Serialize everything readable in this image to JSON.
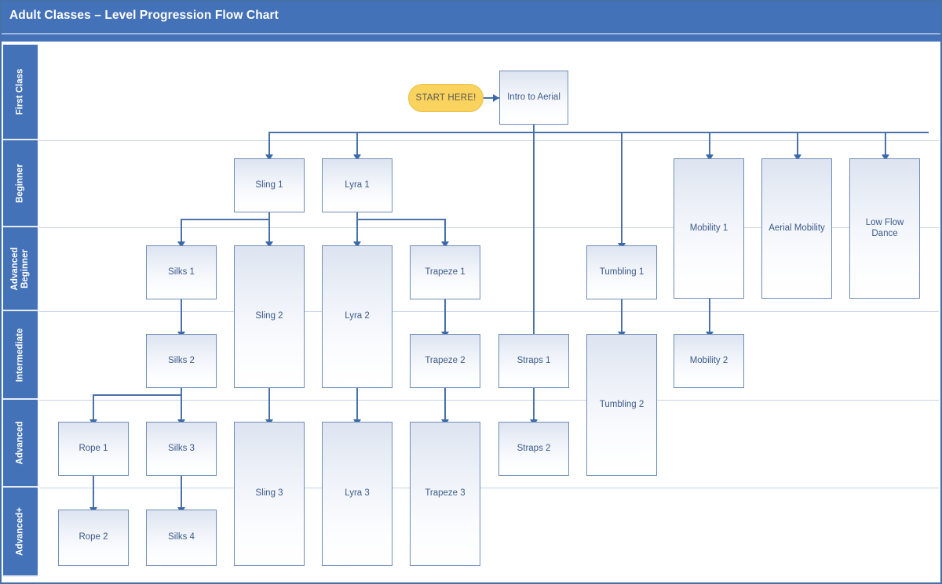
{
  "header": {
    "title": "Adult Classes – Level Progression Flow Chart",
    "bar_color": "#4472B8",
    "title_color": "#FFFFFF"
  },
  "theme": {
    "band_color": "#4472B8",
    "node_border": "#6E8EB8",
    "node_text": "#3C5A8A",
    "connector": "#4A72A8",
    "start_fill": "#FAD35E",
    "start_text": "#5A5A52",
    "row_separator": "#C5D3E8",
    "frame_border": "#4472A8"
  },
  "levels": [
    {
      "id": "first-class",
      "label": "First Class"
    },
    {
      "id": "beginner",
      "label": "Beginner"
    },
    {
      "id": "advanced-beginner",
      "label": "Advanced Beginner"
    },
    {
      "id": "intermediate",
      "label": "Intermediate"
    },
    {
      "id": "advanced",
      "label": "Advanced"
    },
    {
      "id": "advanced-plus",
      "label": "Advanced+"
    }
  ],
  "start": {
    "label": "START HERE!"
  },
  "nodes": {
    "intro": "Intro to Aerial",
    "sling1": "Sling 1",
    "lyra1": "Lyra 1",
    "mobility1": "Mobility 1",
    "aerial_mobility": "Aerial Mobility",
    "low_flow_dance": "Low Flow Dance",
    "silks1": "Silks 1",
    "sling2": "Sling 2",
    "lyra2": "Lyra 2",
    "trapeze1": "Trapeze 1",
    "tumbling1": "Tumbling 1",
    "silks2": "Silks 2",
    "trapeze2": "Trapeze 2",
    "straps1": "Straps 1",
    "tumbling2": "Tumbling 2",
    "mobility2": "Mobility 2",
    "rope1": "Rope 1",
    "silks3": "Silks 3",
    "sling3": "Sling 3",
    "lyra3": "Lyra 3",
    "trapeze3": "Trapeze 3",
    "straps2": "Straps 2",
    "rope2": "Rope 2",
    "silks4": "Silks 4"
  },
  "chart_data": {
    "type": "diagram",
    "title": "Adult Classes – Level Progression Flow Chart",
    "swimlanes": [
      "First Class",
      "Beginner",
      "Advanced Beginner",
      "Intermediate",
      "Advanced",
      "Advanced+"
    ],
    "lane_members": {
      "First Class": [
        "START HERE!",
        "Intro to Aerial"
      ],
      "Beginner": [
        "Sling 1",
        "Lyra 1",
        "Mobility 1",
        "Aerial Mobility",
        "Low Flow Dance"
      ],
      "Advanced Beginner": [
        "Silks 1",
        "Sling 2",
        "Lyra 2",
        "Trapeze 1",
        "Tumbling 1"
      ],
      "Intermediate": [
        "Silks 2",
        "Trapeze 2",
        "Straps 1",
        "Tumbling 2",
        "Mobility 2"
      ],
      "Advanced": [
        "Rope 1",
        "Silks 3",
        "Sling 3",
        "Lyra 3",
        "Trapeze 3",
        "Straps 2"
      ],
      "Advanced+": [
        "Rope 2",
        "Silks 4"
      ]
    },
    "edges": [
      [
        "START HERE!",
        "Intro to Aerial"
      ],
      [
        "Intro to Aerial",
        "Sling 1"
      ],
      [
        "Intro to Aerial",
        "Lyra 1"
      ],
      [
        "Intro to Aerial",
        "Straps 1"
      ],
      [
        "Intro to Aerial",
        "Tumbling 1"
      ],
      [
        "Intro to Aerial",
        "Mobility 1"
      ],
      [
        "Intro to Aerial",
        "Aerial Mobility"
      ],
      [
        "Intro to Aerial",
        "Low Flow Dance"
      ],
      [
        "Sling 1",
        "Silks 1"
      ],
      [
        "Sling 1",
        "Sling 2"
      ],
      [
        "Lyra 1",
        "Lyra 2"
      ],
      [
        "Lyra 1",
        "Trapeze 1"
      ],
      [
        "Silks 1",
        "Silks 2"
      ],
      [
        "Sling 2",
        "Sling 3"
      ],
      [
        "Lyra 2",
        "Lyra 3"
      ],
      [
        "Trapeze 1",
        "Trapeze 2"
      ],
      [
        "Trapeze 2",
        "Trapeze 3"
      ],
      [
        "Tumbling 1",
        "Tumbling 2"
      ],
      [
        "Mobility 1",
        "Mobility 2"
      ],
      [
        "Silks 2",
        "Rope 1"
      ],
      [
        "Silks 2",
        "Silks 3"
      ],
      [
        "Straps 1",
        "Straps 2"
      ],
      [
        "Rope 1",
        "Rope 2"
      ],
      [
        "Silks 3",
        "Silks 4"
      ]
    ]
  }
}
